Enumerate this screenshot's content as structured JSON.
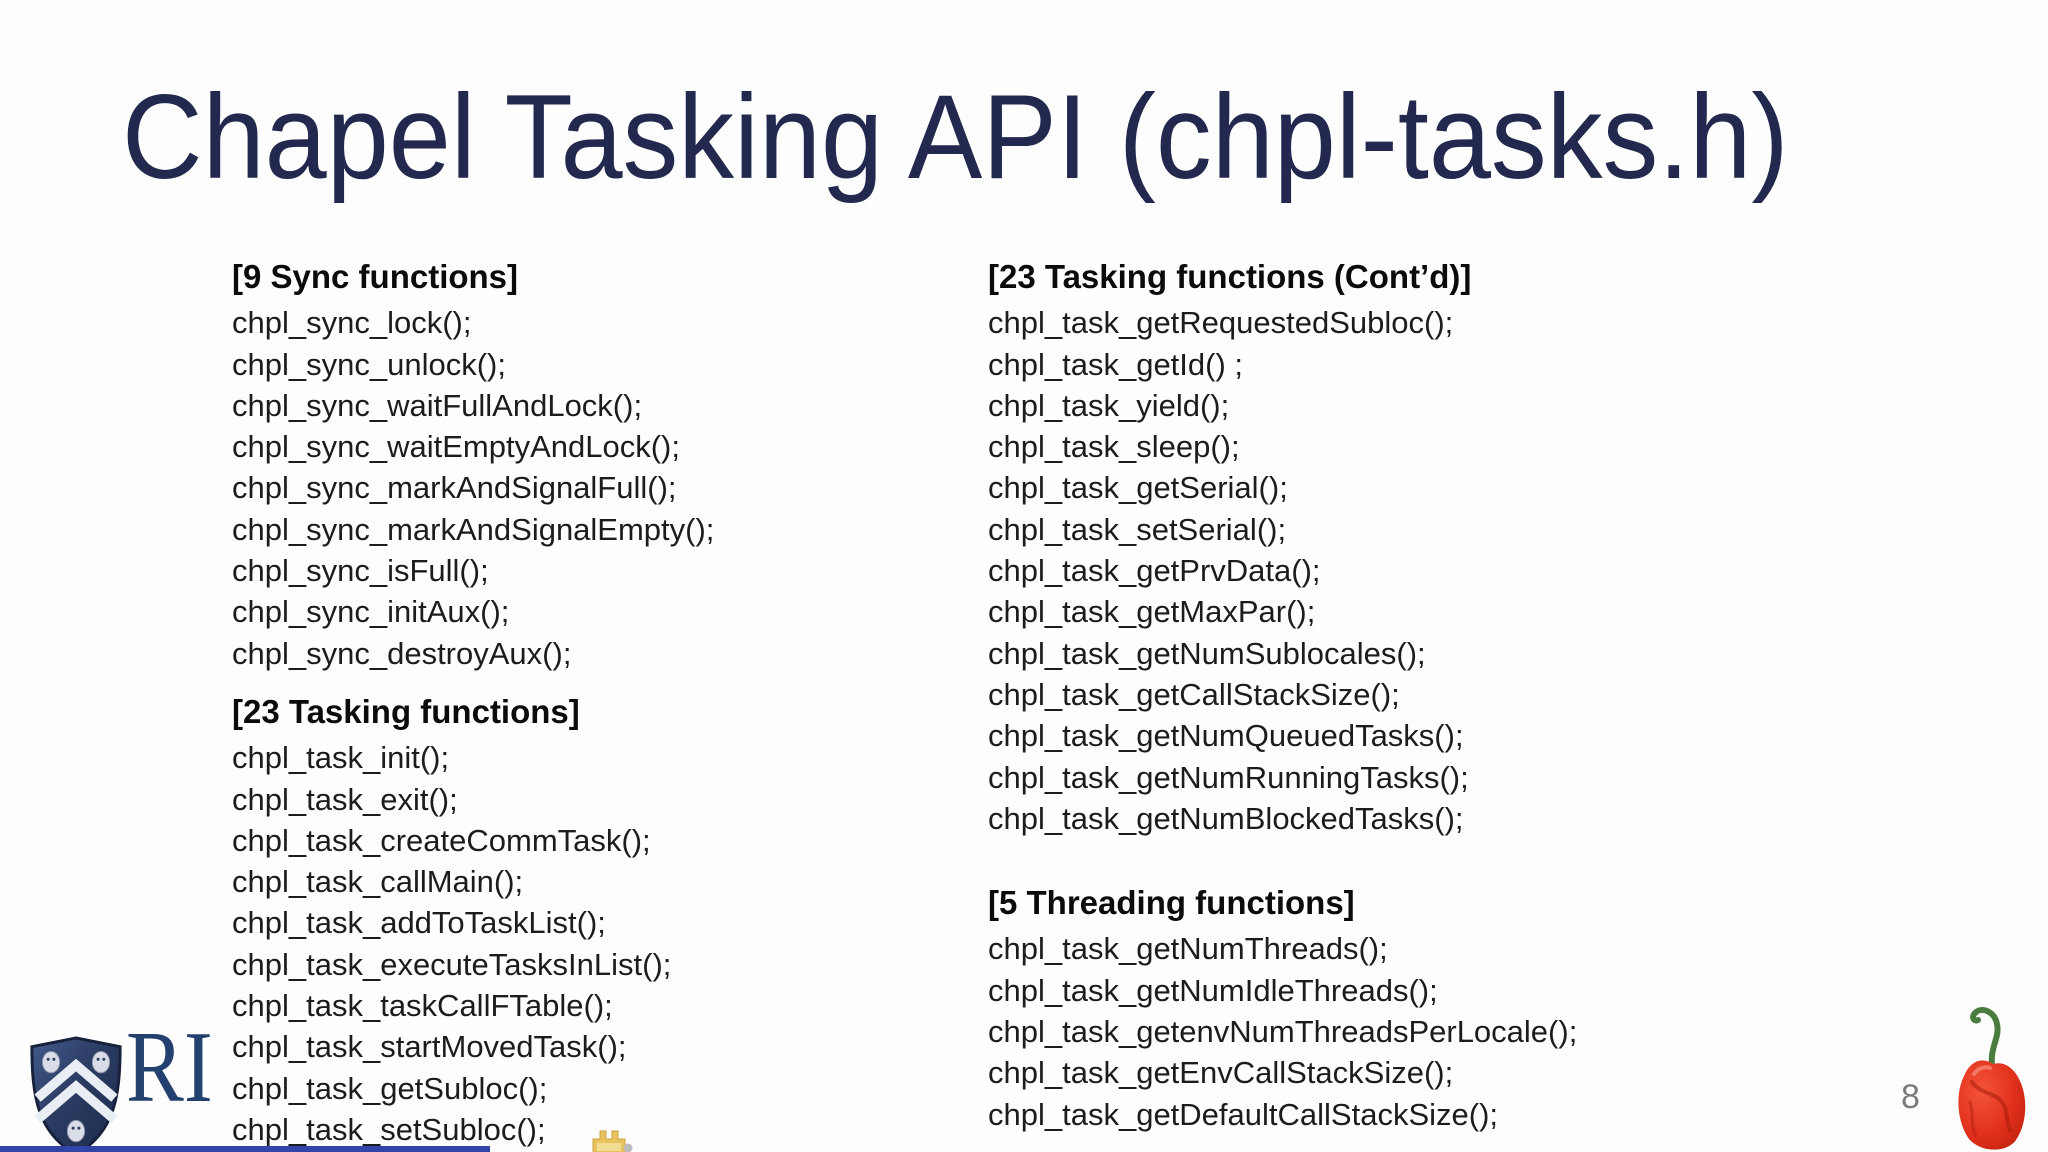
{
  "title": "Chapel Tasking API (chpl-tasks.h)",
  "page_number": "8",
  "colors": {
    "title_navy": "#23284e",
    "body_text": "#1c1c1c",
    "heading_text": "#0b0b0b",
    "page_number_gray": "#7b7b7b",
    "rice_navy": "#23406f",
    "bottom_bar_blue": "#3344a8",
    "pepper_red": "#d92a14",
    "stem_green": "#4a7c3f"
  },
  "columns": {
    "left": {
      "sections": [
        {
          "heading": "[9 Sync functions]",
          "items": [
            "chpl_sync_lock();",
            "chpl_sync_unlock();",
            "chpl_sync_waitFullAndLock();",
            "chpl_sync_waitEmptyAndLock();",
            "chpl_sync_markAndSignalFull();",
            "chpl_sync_markAndSignalEmpty();",
            "chpl_sync_isFull();",
            "chpl_sync_initAux();",
            "chpl_sync_destroyAux();"
          ]
        },
        {
          "heading": "[23 Tasking functions]",
          "items": [
            "chpl_task_init();",
            "chpl_task_exit();",
            "chpl_task_createCommTask();",
            "chpl_task_callMain();",
            "chpl_task_addToTaskList();",
            "chpl_task_executeTasksInList();",
            "chpl_task_taskCallFTable();",
            "chpl_task_startMovedTask();",
            "chpl_task_getSubloc();",
            "chpl_task_setSubloc();"
          ]
        }
      ]
    },
    "right": {
      "sections": [
        {
          "heading": "[23 Tasking functions (Cont’d)]",
          "items": [
            "chpl_task_getRequestedSubloc();",
            "chpl_task_getId() ;",
            "chpl_task_yield();",
            "chpl_task_sleep();",
            "chpl_task_getSerial();",
            "chpl_task_setSerial();",
            "chpl_task_getPrvData();",
            "chpl_task_getMaxPar();",
            "chpl_task_getNumSublocales();",
            "chpl_task_getCallStackSize();",
            "chpl_task_getNumQueuedTasks();",
            "chpl_task_getNumRunningTasks();",
            "chpl_task_getNumBlockedTasks();"
          ]
        },
        {
          "heading": "[5 Threading functions]",
          "items": [
            "chpl_task_getNumThreads();",
            "chpl_task_getNumIdleThreads();",
            "chpl_task_getenvNumThreadsPerLocale();",
            "chpl_task_getEnvCallStackSize();",
            "chpl_task_getDefaultCallStackSize();"
          ]
        }
      ]
    }
  },
  "footer": {
    "logo_text": "RI",
    "icons": {
      "logo": "rice-shield-logo",
      "pepper": "pepper-image",
      "emoji": "yellow-emoji-icon",
      "bar": "bottom-accent-bar"
    }
  }
}
